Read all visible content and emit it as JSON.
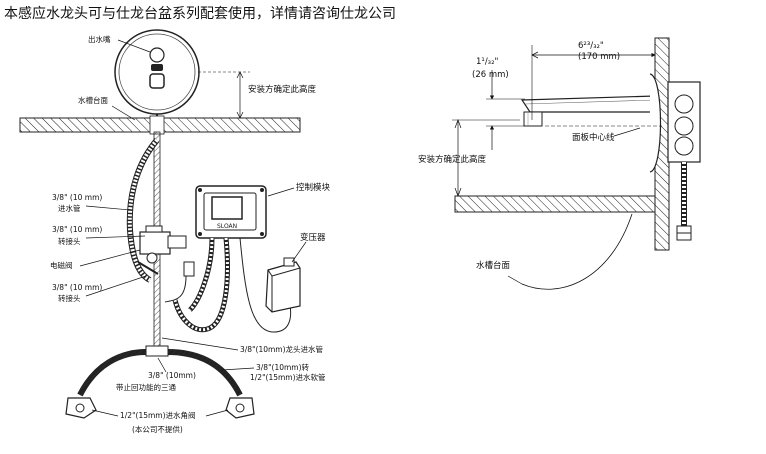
{
  "header": "本感应水龙头可与仕龙台盆系列配套使用，详情请咨询仕龙公司",
  "left": {
    "outlet": "出水嘴",
    "install_height": "安装方确定此高度",
    "counter": "水槽台面",
    "inlet_tube": [
      "3/8\" (10 mm)",
      "进水管"
    ],
    "adapter1": [
      "3/8\" (10 mm)",
      "转接头"
    ],
    "solenoid": "电磁阀",
    "adapter2": [
      "3/8\" (10 mm)",
      "转接头"
    ],
    "control_module": "控制模块",
    "brand": "SLOAN",
    "transformer": "变压器",
    "faucet_inlet": "3/8\"(10mm)龙头进水管",
    "tee": [
      "3/8\" (10mm)",
      "带止回功能的三通"
    ],
    "adapter_soft": [
      "3/8\"(10mm)转",
      "1/2\"(15mm)进水软管"
    ],
    "angle_valve": [
      "1/2\"(15mm)进水角阀",
      "(本公司不提供)"
    ]
  },
  "right": {
    "dim_width": "6²³/₃₂\"",
    "dim_width_mm": "(170 mm)",
    "dim_height": "1¹/₃₂\"",
    "dim_height_mm": "(26 mm)",
    "centerline": "面板中心线",
    "install_height": "安装方确定此高度",
    "counter": "水槽台面"
  }
}
